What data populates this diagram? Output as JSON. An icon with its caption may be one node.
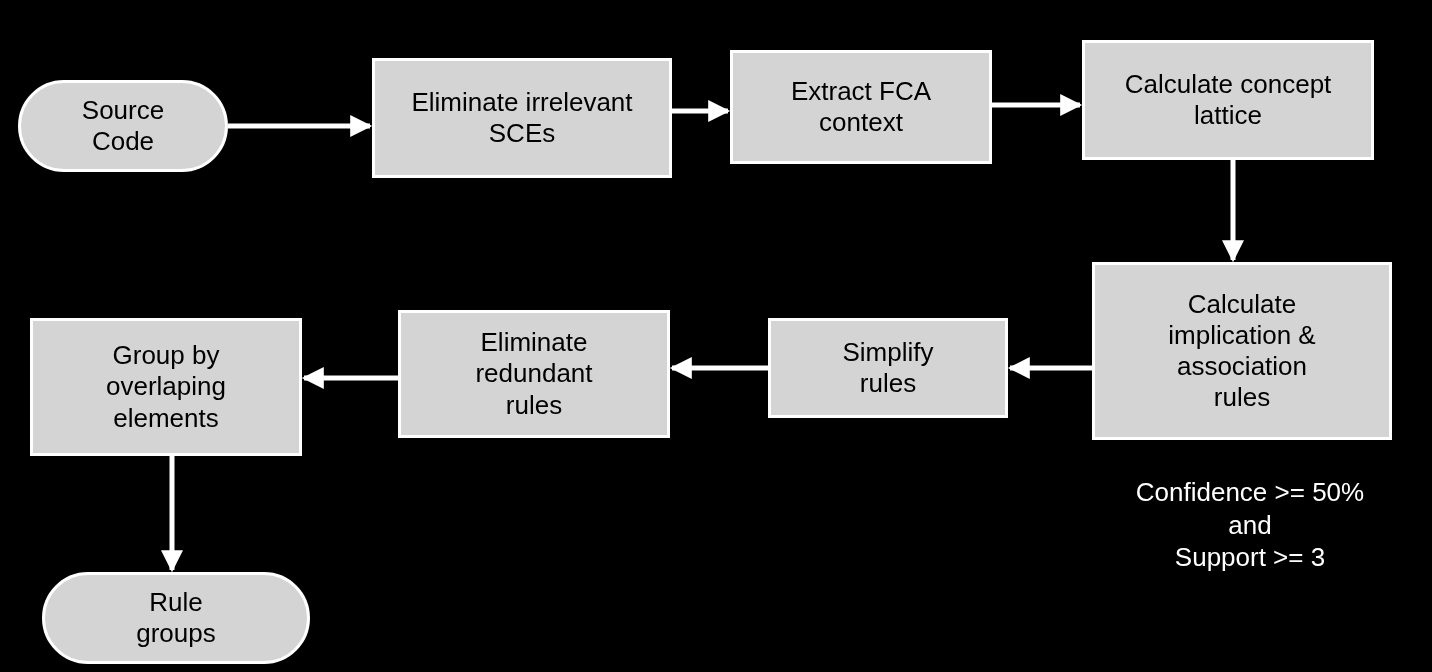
{
  "diagram": {
    "nodes": [
      {
        "text": [
          "Source Code"
        ]
      },
      {
        "text": [
          "Eliminate irrelevant SCEs"
        ]
      },
      {
        "text": [
          "Extract FCA context"
        ]
      },
      {
        "text": [
          "Calculate concept lattice"
        ]
      },
      {
        "text": [
          "Calculate implication & association rules"
        ]
      },
      {
        "text": [
          "Simplify rules"
        ]
      },
      {
        "text": [
          "Eliminate redundant rules"
        ]
      },
      {
        "text": [
          "Group by overlaping elements"
        ]
      },
      {
        "text": [
          "Rule groups"
        ]
      }
    ],
    "edges": [
      {
        "from": 0,
        "to": 1,
        "arrow": "to"
      },
      {
        "from": 1,
        "to": 2,
        "arrow": "to"
      },
      {
        "from": 2,
        "to": 3,
        "arrow": "to"
      },
      {
        "from": 3,
        "to": 4,
        "arrow": "to"
      },
      {
        "from": 4,
        "to": 5,
        "arrow": "to"
      },
      {
        "from": 5,
        "to": 6,
        "arrow": "to"
      },
      {
        "from": 6,
        "to": 7,
        "arrow": "to"
      },
      {
        "from": 7,
        "to": 8,
        "arrow": "to"
      }
    ],
    "labels": [
      "Confidence >= 50%",
      "and",
      "Support >= 3"
    ]
  }
}
